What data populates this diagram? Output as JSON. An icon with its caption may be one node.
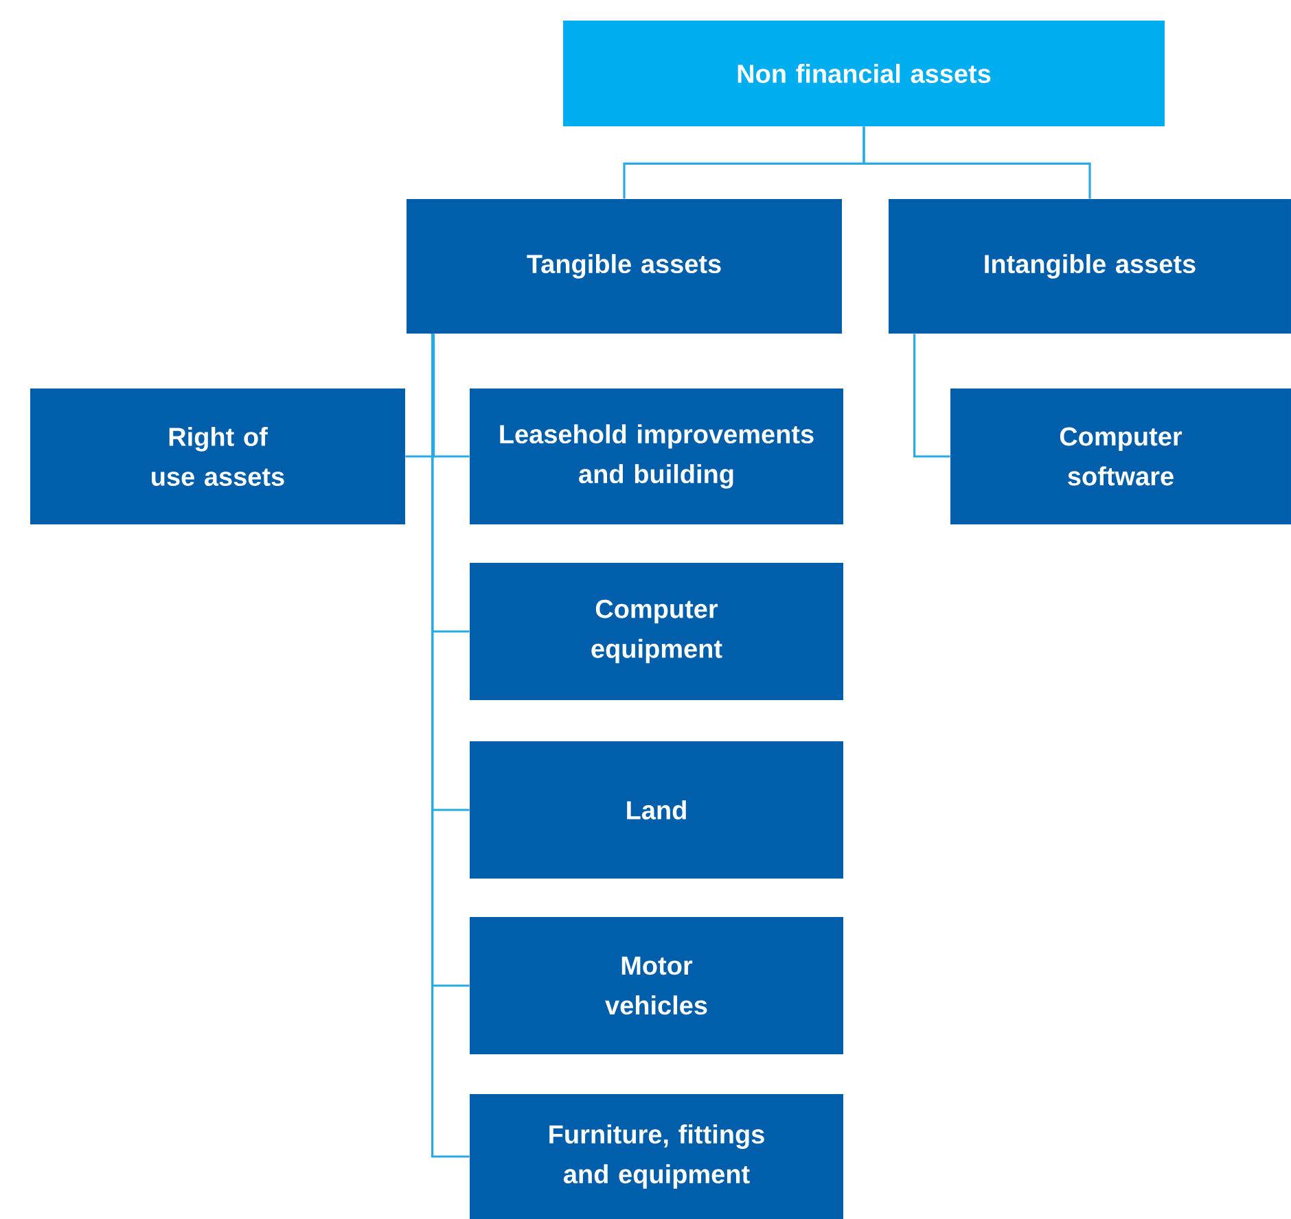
{
  "diagram": {
    "nodes": [
      {
        "text": [
          "Non financial assets"
        ]
      },
      {
        "text": [
          "Tangible assets"
        ]
      },
      {
        "text": [
          "Intangible assets"
        ]
      },
      {
        "text": [
          "Right of use assets"
        ]
      },
      {
        "text": [
          "Leasehold improvements and building"
        ]
      },
      {
        "text": [
          "Computer equipment"
        ]
      },
      {
        "text": [
          "Land"
        ]
      },
      {
        "text": [
          "Motor vehicles"
        ]
      },
      {
        "text": [
          "Furniture, fittings and equipment"
        ]
      },
      {
        "text": [
          "Computer software"
        ]
      }
    ],
    "edges": [
      {
        "from": 0,
        "to": 1,
        "arrow": "none"
      },
      {
        "from": 0,
        "to": 2,
        "arrow": "none"
      },
      {
        "from": 1,
        "to": 3,
        "arrow": "none"
      },
      {
        "from": 1,
        "to": 4,
        "arrow": "none"
      },
      {
        "from": 1,
        "to": 5,
        "arrow": "none"
      },
      {
        "from": 1,
        "to": 6,
        "arrow": "none"
      },
      {
        "from": 1,
        "to": 7,
        "arrow": "none"
      },
      {
        "from": 1,
        "to": 8,
        "arrow": "none"
      },
      {
        "from": 2,
        "to": 9,
        "arrow": "none"
      }
    ]
  }
}
